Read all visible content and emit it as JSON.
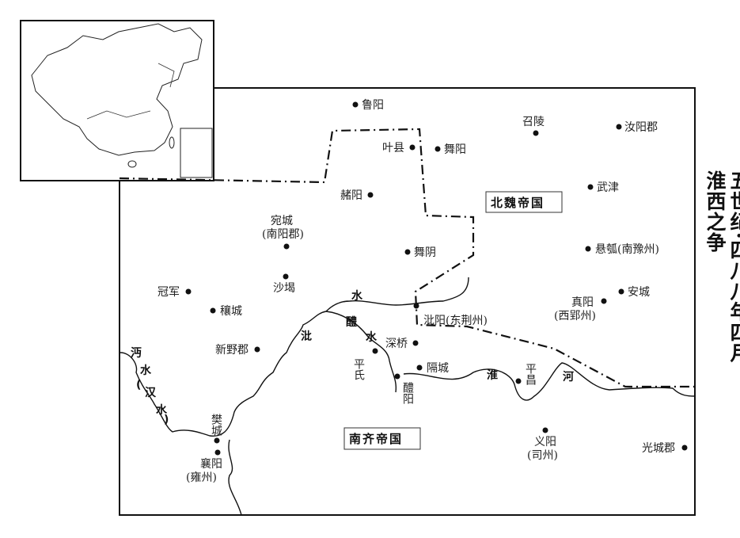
{
  "title": {
    "main": "五世纪·四八八年四月",
    "sub": "淮西之争"
  },
  "empires": {
    "north": "北魏帝国",
    "south": "南齐帝国"
  },
  "rivers": {
    "bi": [
      "沘",
      "水"
    ],
    "li": [
      "醴",
      "水"
    ],
    "huai": [
      "淮",
      "河"
    ],
    "mian": [
      "沔",
      "水",
      "(",
      "汉",
      "水",
      ")"
    ]
  },
  "cities": {
    "luyang": "鲁阳",
    "yexian": "叶县",
    "wuyang": "舞阳",
    "shaoling": "召陵",
    "runanjun": "汝阳郡",
    "zheyang": "赭阳",
    "wujin": "武津",
    "wancheng": "宛城",
    "wancheng_note": "(南阳郡)",
    "wuyin": "舞阴",
    "xuanhu": "悬瓠(南豫州)",
    "shaqi": "沙堨",
    "guanjun": "冠军",
    "ancheng": "安城",
    "rangcheng": "穰城",
    "zhenyang": "真阳",
    "zhenyang_note": "(西郢州)",
    "biyang": "沘阳(东荆州)",
    "shenqiao": "深桥",
    "xinyejun": "新野郡",
    "pingshi": "平氏",
    "gecheng": "隔城",
    "liyang": "醴阳",
    "pingchang": "平昌",
    "fancheng": "樊城",
    "xiangyang": "襄阳",
    "xiangyang_note": "(雍州)",
    "yiyang": "义阳",
    "yiyang_note": "(司州)",
    "guangchengjun": "光城郡"
  }
}
